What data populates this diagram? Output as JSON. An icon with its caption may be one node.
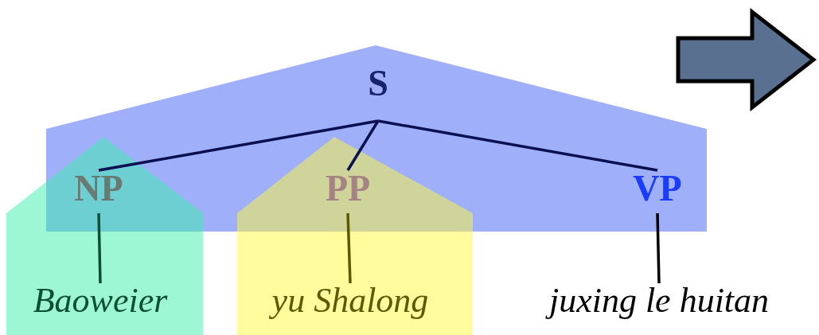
{
  "diagram": {
    "nodes": [
      {
        "text": [
          "S"
        ]
      },
      {
        "text": [
          "NP"
        ]
      },
      {
        "text": [
          "PP"
        ]
      },
      {
        "text": [
          "VP"
        ]
      },
      {
        "text": [
          "Baoweier"
        ]
      },
      {
        "text": [
          "yu Shalong"
        ]
      },
      {
        "text": [
          "juxing le huitan"
        ]
      }
    ],
    "edges": [
      {
        "from": 0,
        "to": 1,
        "arrow": "none"
      },
      {
        "from": 0,
        "to": 2,
        "arrow": "none"
      },
      {
        "from": 0,
        "to": 3,
        "arrow": "none"
      },
      {
        "from": 1,
        "to": 4,
        "arrow": "none",
        "color": "#0a5030"
      },
      {
        "from": 2,
        "to": 5,
        "arrow": "none",
        "color": "#5a5a00"
      },
      {
        "from": 3,
        "to": 6,
        "arrow": "none",
        "color": "#000000"
      }
    ]
  }
}
